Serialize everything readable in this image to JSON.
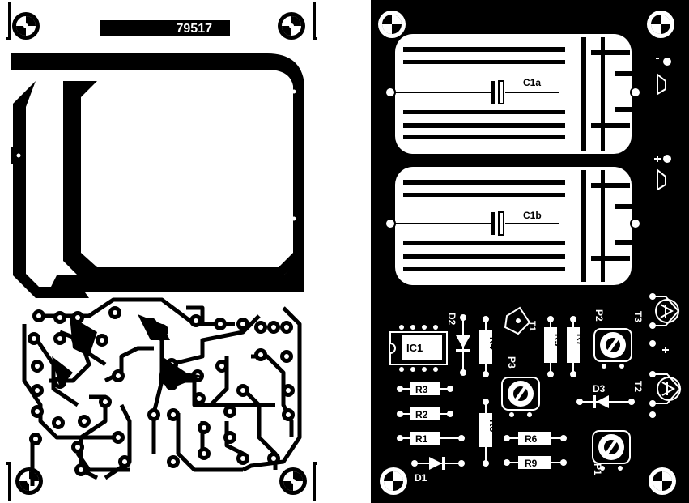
{
  "pcb_code": "79517",
  "components": {
    "c1a": "C1a",
    "c1b": "C1b",
    "r1": "R1",
    "r2": "R2",
    "r3": "R3",
    "r4": "R4",
    "r5": "R5",
    "r6": "R6",
    "r7": "R7",
    "r8": "R8",
    "r9": "R9",
    "ic1": "IC1",
    "d1": "D1",
    "d2": "D2",
    "d3": "D3",
    "t1": "T1",
    "t2": "T2",
    "t3": "T3",
    "p1": "P1",
    "p2": "P2",
    "p3": "P3"
  },
  "colors": {
    "board": "#000000",
    "copper": "#000000",
    "silk": "#ffffff",
    "paper": "#ffffff"
  }
}
